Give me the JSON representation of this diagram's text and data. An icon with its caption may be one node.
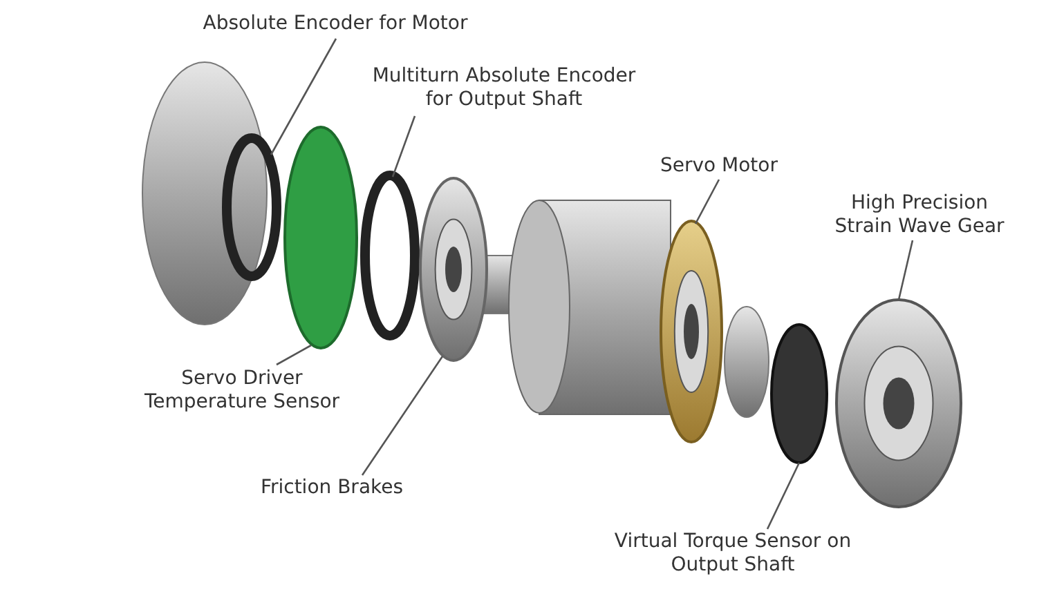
{
  "diagram": {
    "nodes": [
      {
        "text": [
          "Absolute Encoder for Motor"
        ]
      },
      {
        "text": [],
        "shape": "circle"
      },
      {
        "text": [
          "Multiturn Absolute Encoder for Output Shaft"
        ]
      },
      {
        "text": [],
        "shape": "circle"
      },
      {
        "text": [
          "Servo Motor"
        ]
      },
      {
        "text": [],
        "shape": "picture"
      },
      {
        "text": [
          "High Precision Strain Wave Gear"
        ]
      },
      {
        "text": [],
        "shape": "picture"
      },
      {
        "text": [
          "Servo Driver Temperature Sensor"
        ]
      },
      {
        "text": [],
        "shape": "circle"
      },
      {
        "text": [
          "Friction Brakes"
        ]
      },
      {
        "text": [],
        "shape": "picture"
      },
      {
        "text": [
          "Virtual Torque Sensor on Output Shaft"
        ]
      },
      {
        "text": [],
        "shape": "circle"
      }
    ],
    "edges": [
      {
        "from": 0,
        "to": 1,
        "arrow": "none"
      },
      {
        "from": 2,
        "to": 3,
        "arrow": "none"
      },
      {
        "from": 4,
        "to": 5,
        "arrow": "none"
      },
      {
        "from": 6,
        "to": 7,
        "arrow": "none"
      },
      {
        "from": 8,
        "to": 9,
        "arrow": "none"
      },
      {
        "from": 10,
        "to": 11,
        "arrow": "none"
      },
      {
        "from": 12,
        "to": 13,
        "arrow": "none"
      }
    ]
  }
}
